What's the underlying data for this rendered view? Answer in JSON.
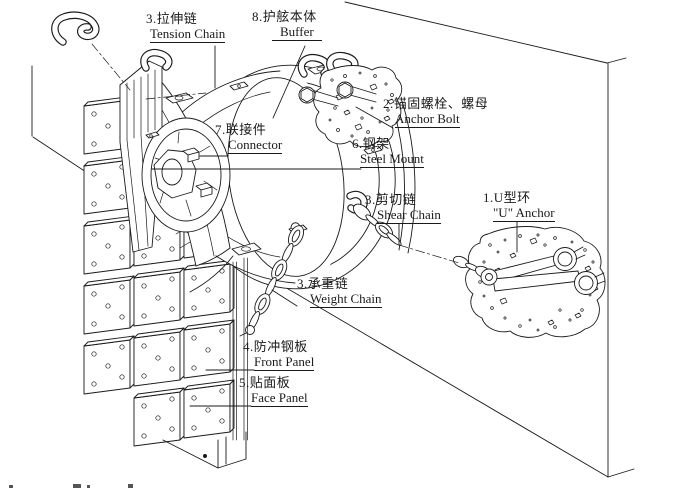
{
  "figure": {
    "type": "technical-diagram",
    "subject": "rubber-fender-assembly-on-quay-wall",
    "colors": {
      "line": "#1a1a1a",
      "background": "#ffffff"
    },
    "labels": [
      {
        "id": "tension-chain",
        "zh": "3.拉伸链",
        "en": "Tension Chain"
      },
      {
        "id": "buffer",
        "zh": "8.护舷本体",
        "en": "Buffer"
      },
      {
        "id": "anchor-bolt",
        "zh": "2.锚固螺栓、螺母",
        "en": "Anchor Bolt"
      },
      {
        "id": "connector",
        "zh": "7.联接件",
        "en": "Connector"
      },
      {
        "id": "steel-mount",
        "zh": "6.钢架",
        "en": "Steel Mount"
      },
      {
        "id": "shear-chain",
        "zh": "3.剪切链",
        "en": "Shear Chain"
      },
      {
        "id": "u-anchor",
        "zh": "1.U型环",
        "en": "\"U\" Anchor"
      },
      {
        "id": "weight-chain",
        "zh": "3.承重链",
        "en": "Weight Chain"
      },
      {
        "id": "front-panel",
        "zh": "4.防冲钢板",
        "en": "Front Panel"
      },
      {
        "id": "face-panel",
        "zh": "5.贴面板",
        "en": "Face Panel"
      }
    ]
  }
}
